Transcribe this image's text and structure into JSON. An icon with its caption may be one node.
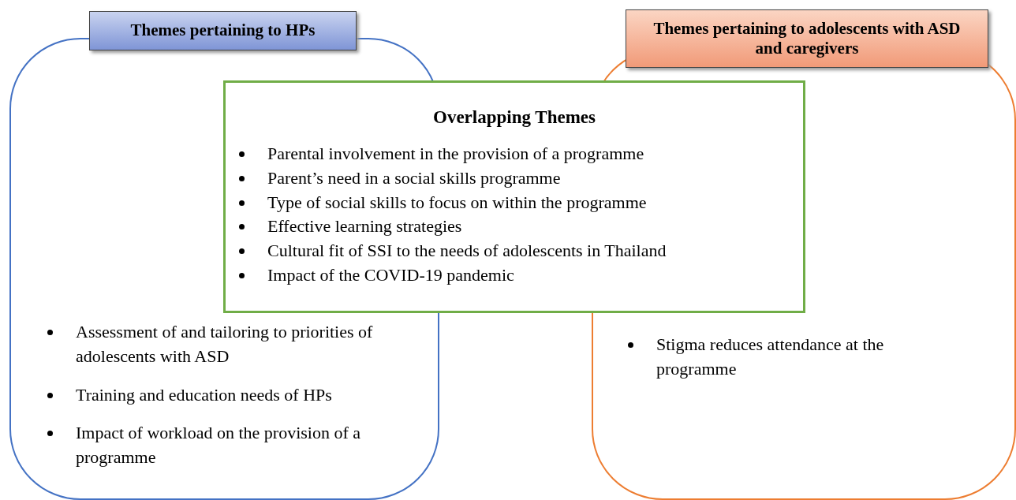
{
  "diagram": {
    "nodes": [
      {
        "text": [
          "Themes pertaining to HPs",
          "Assessment of and tailoring to priorities of adolescents with ASD",
          "Training and education needs of HPs",
          "Impact of workload on the provision of a programme"
        ]
      },
      {
        "text": [
          "Themes pertaining to adolescents with ASD and caregivers",
          "Stigma reduces attendance at the programme"
        ]
      },
      {
        "text": [
          "Overlapping Themes",
          "Parental involvement in the provision of a programme",
          "Parent’s need in a social skills programme",
          "Type of social skills to focus on within the programme",
          "Effective learning strategies",
          "Cultural fit of SSI to the needs of adolescents in Thailand",
          "Impact of the COVID-19 pandemic"
        ]
      }
    ],
    "edges": []
  }
}
